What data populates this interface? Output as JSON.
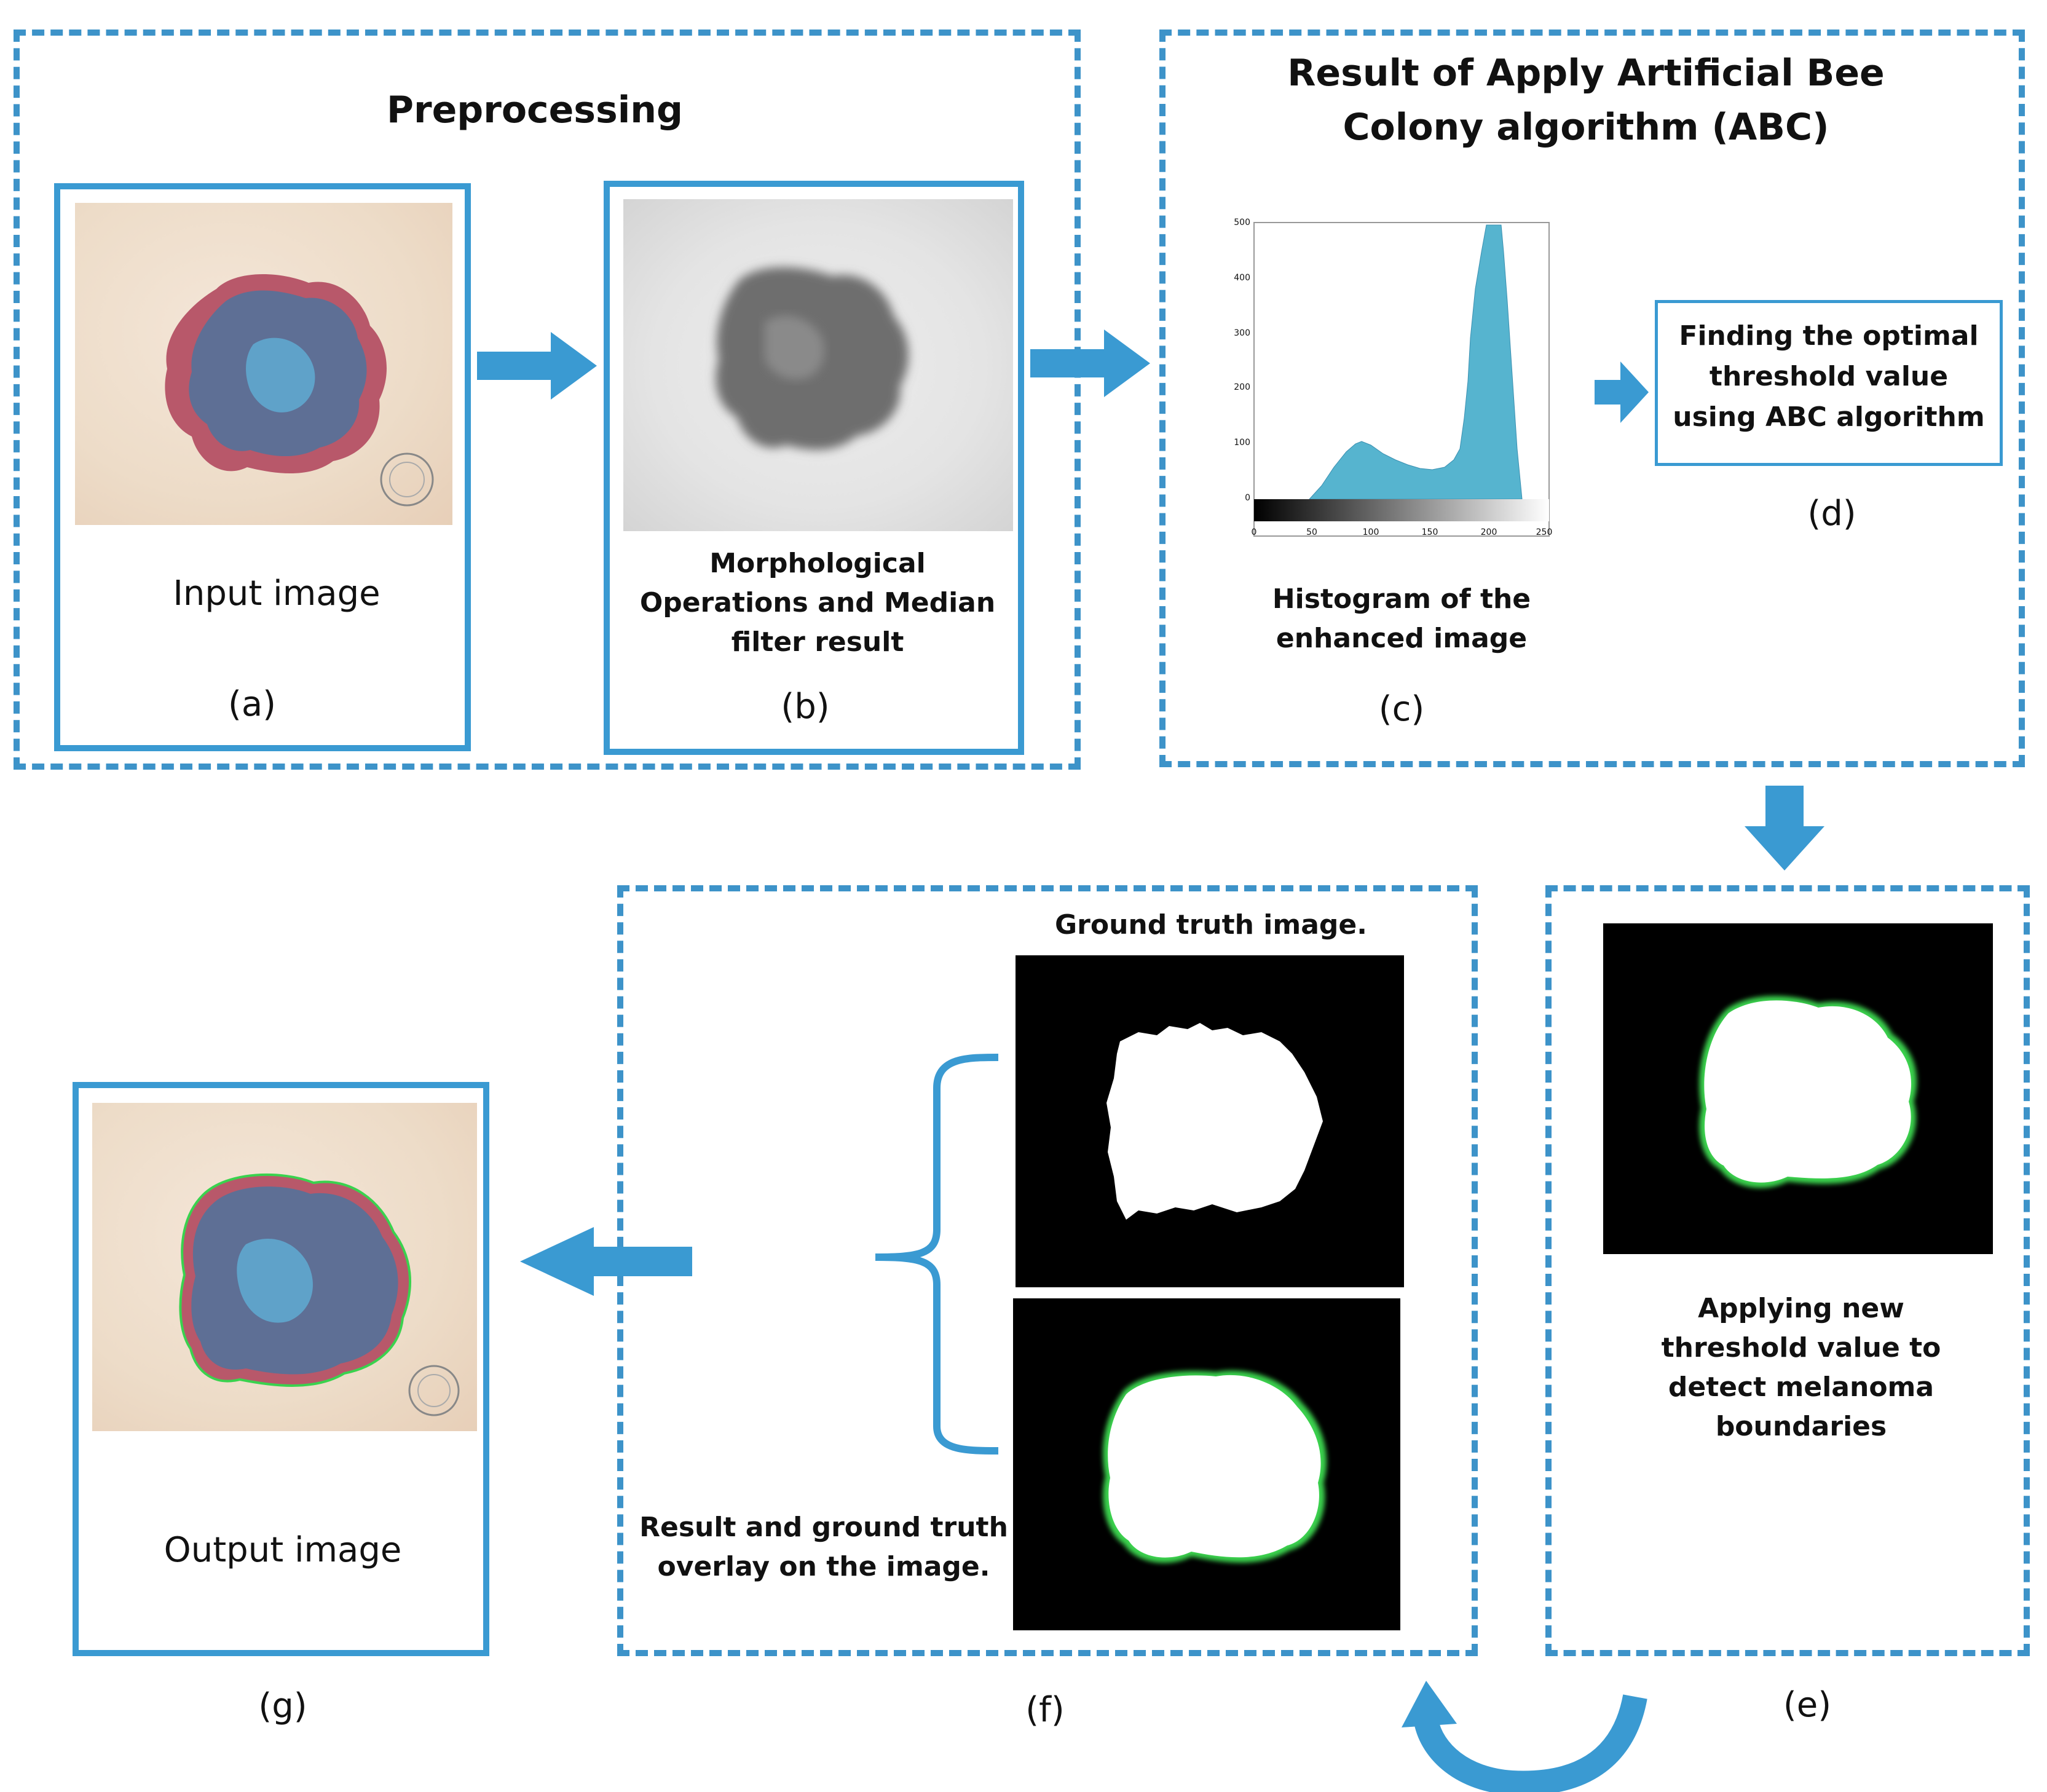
{
  "preprocessing": {
    "title": "Preprocessing",
    "input_caption": "Input image",
    "input_label": "(a)",
    "morph_caption_line1": "Morphological",
    "morph_caption_line2": "Operations and Median",
    "morph_caption_line3": "filter result",
    "morph_label": "(b)"
  },
  "abc_result": {
    "title_line1": "Result of Apply Artificial Bee",
    "title_line2": "Colony algorithm (ABC)",
    "hist_caption_line1": "Histogram of the",
    "hist_caption_line2": "enhanced image",
    "hist_label": "(c)",
    "threshold_box_line1": "Finding the optimal",
    "threshold_box_line2": "threshold value",
    "threshold_box_line3": "using ABC algorithm",
    "threshold_label": "(d)"
  },
  "histogram": {
    "y_ticks": [
      "500",
      "400",
      "300",
      "200",
      "100",
      "0"
    ],
    "x_ticks": [
      "0",
      "50",
      "100",
      "150",
      "200",
      "250"
    ]
  },
  "new_threshold": {
    "caption_line1": "Applying new",
    "caption_line2": "threshold value to",
    "caption_line3": "detect melanoma",
    "caption_line4": "boundaries",
    "label": "(e)"
  },
  "comparison": {
    "ground_truth_caption": "Ground truth image.",
    "overlay_caption_line1": "Result and ground truth",
    "overlay_caption_line2": "overlay on the image.",
    "label": "(f)"
  },
  "output": {
    "caption": "Output image",
    "label": "(g)"
  },
  "colors": {
    "accent": "#3a9ad2",
    "dashed": "#3d93c9",
    "boundary_green": "#3ad24e",
    "hist_bar": "#56b4cf"
  }
}
